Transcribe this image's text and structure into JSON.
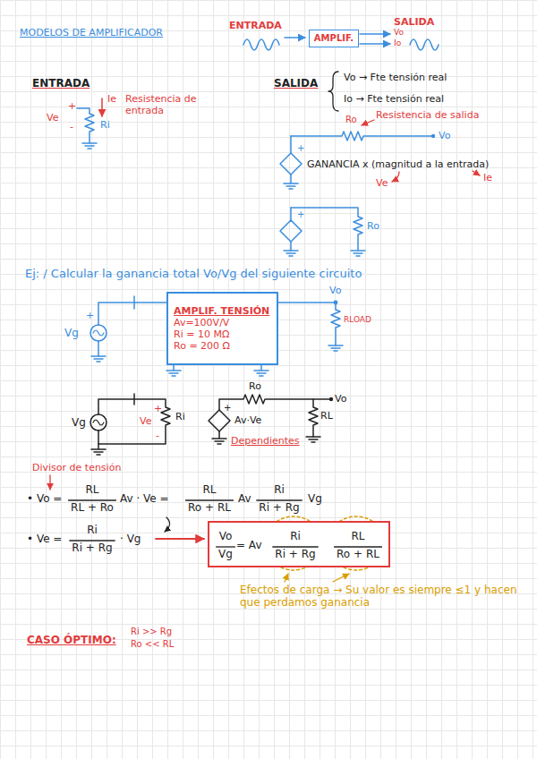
{
  "diagram": {
    "title": "MODELOS DE AMPLIFICADOR",
    "nodes": [
      {
        "text": [
          "AMPLIF."
        ]
      },
      {
        "text": [
          "AMPLIF. TENSIÓN",
          "Av=100V/V",
          "Ri = 10 MΩ",
          "Ro = 200 Ω"
        ]
      },
      {
        "text": [
          "Vo",
          "Vg",
          "= Av",
          "Ri",
          "Ri + Rg",
          "RL",
          "Ro + RL"
        ]
      }
    ],
    "labels": [
      "ENTRADA",
      "SALIDA",
      "Vo",
      "Io",
      "ENTRADA",
      "Ie",
      "Resistencia de entrada",
      "+",
      "Ve",
      "-",
      "Ri",
      "SALIDA",
      "Vo → Fte tensión real",
      "Io → Fte tensión real",
      "Ro",
      "Resistencia de salida",
      "Vo",
      "+",
      "GANANCIA x (magnitud a la entrada)",
      "Ve",
      "Ie",
      "+",
      "Ro",
      "Ej: / Calcular la ganancia total Vo/Vg del siguiente circuito",
      "Vo",
      "+",
      "Vg",
      "RLOAD",
      "Vg",
      "Ve",
      "+",
      "-",
      "Ri",
      "+",
      "Av·Ve",
      "Ro",
      "Vo",
      "RL",
      "Dependientes",
      "Divisor de tensión",
      "• Vo =",
      "RL",
      "RL + Ro",
      "Av · Ve =",
      "RL",
      "Ro + RL",
      "Av",
      "Ri",
      "Ri + Rg",
      "Vg",
      "• Ve =",
      "Ri",
      "Ri + Rg",
      "· Vg",
      "Efectos de carga → Su valor es siempre ≤1 y hacen que perdamos ganancia",
      "CASO ÓPTIMO:",
      "Ri >> Rg",
      "Ro << RL"
    ]
  }
}
